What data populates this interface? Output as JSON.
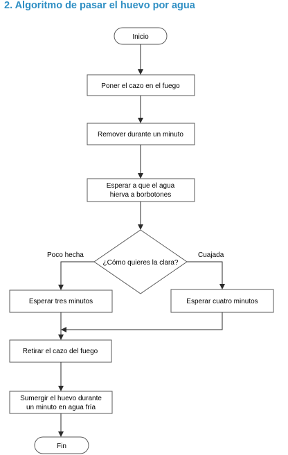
{
  "title": "2. Algoritmo de pasar el huevo por agua",
  "colors": {
    "title": "#2f8fc4",
    "shape_stroke": "#5a5a5a",
    "edge": "#2b2b2b",
    "text": "#000000"
  },
  "flowchart": {
    "start": "Inicio",
    "steps": [
      {
        "line1": "Poner el cazo en el fuego"
      },
      {
        "line1": "Remover durante un minuto"
      },
      {
        "line1": "Esperar a que el agua",
        "line2": "hierva a borbotones"
      }
    ],
    "decision": {
      "question": "¿Cómo quieres la clara?",
      "left_label": "Poco hecha",
      "right_label": "Cuajada"
    },
    "left_branch": "Esperar tres minutos",
    "right_branch": "Esperar cuatro minutos",
    "after_steps": [
      {
        "line1": "Retirar el cazo del fuego"
      },
      {
        "line1": "Sumergir el huevo durante",
        "line2": "un minuto en agua fría"
      }
    ],
    "end": "Fin"
  }
}
